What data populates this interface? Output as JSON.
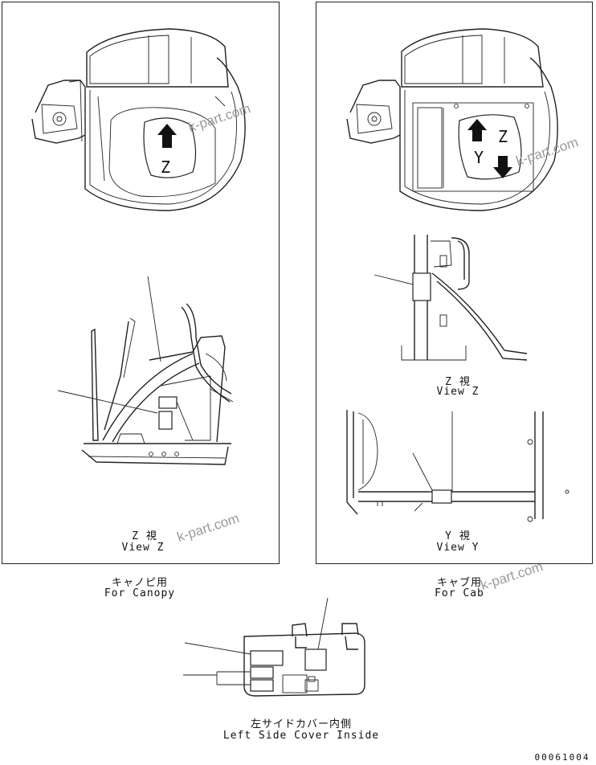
{
  "canopy_panel": {
    "top_view_marker": "Z",
    "view_z_jp": "Z 視",
    "view_z_en": "View Z",
    "caption_jp": "キャノピ用",
    "caption_en": "For Canopy"
  },
  "cab_panel": {
    "top_view_marker_z": "Z",
    "top_view_marker_y": "Y",
    "view_z_jp": "Z 視",
    "view_z_en": "View Z",
    "view_y_jp": "Y 視",
    "view_y_en": "View Y",
    "caption_jp": "キャブ用",
    "caption_en": "For Cab"
  },
  "side_cover": {
    "caption_jp": "左サイドカバー内側",
    "caption_en": "Left Side Cover Inside"
  },
  "watermark_text": "k-part.com",
  "part_code": "00061004",
  "icons": [
    "arrow-up-icon",
    "arrow-down-icon"
  ]
}
